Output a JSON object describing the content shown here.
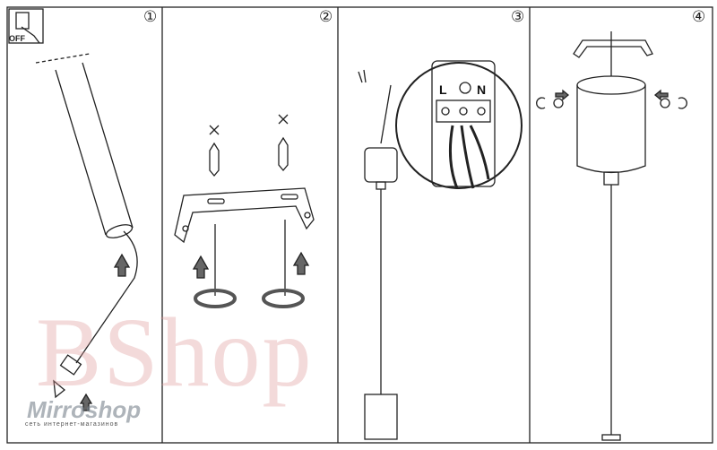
{
  "steps": [
    "①",
    "②",
    "③",
    "④"
  ],
  "switch_label": "OFF",
  "terminal_labels": {
    "live": "L",
    "neutral": "N"
  },
  "watermark": "BShop",
  "logo": {
    "name": "Mirroshop",
    "tagline": "сеть интернет-магазинов"
  }
}
